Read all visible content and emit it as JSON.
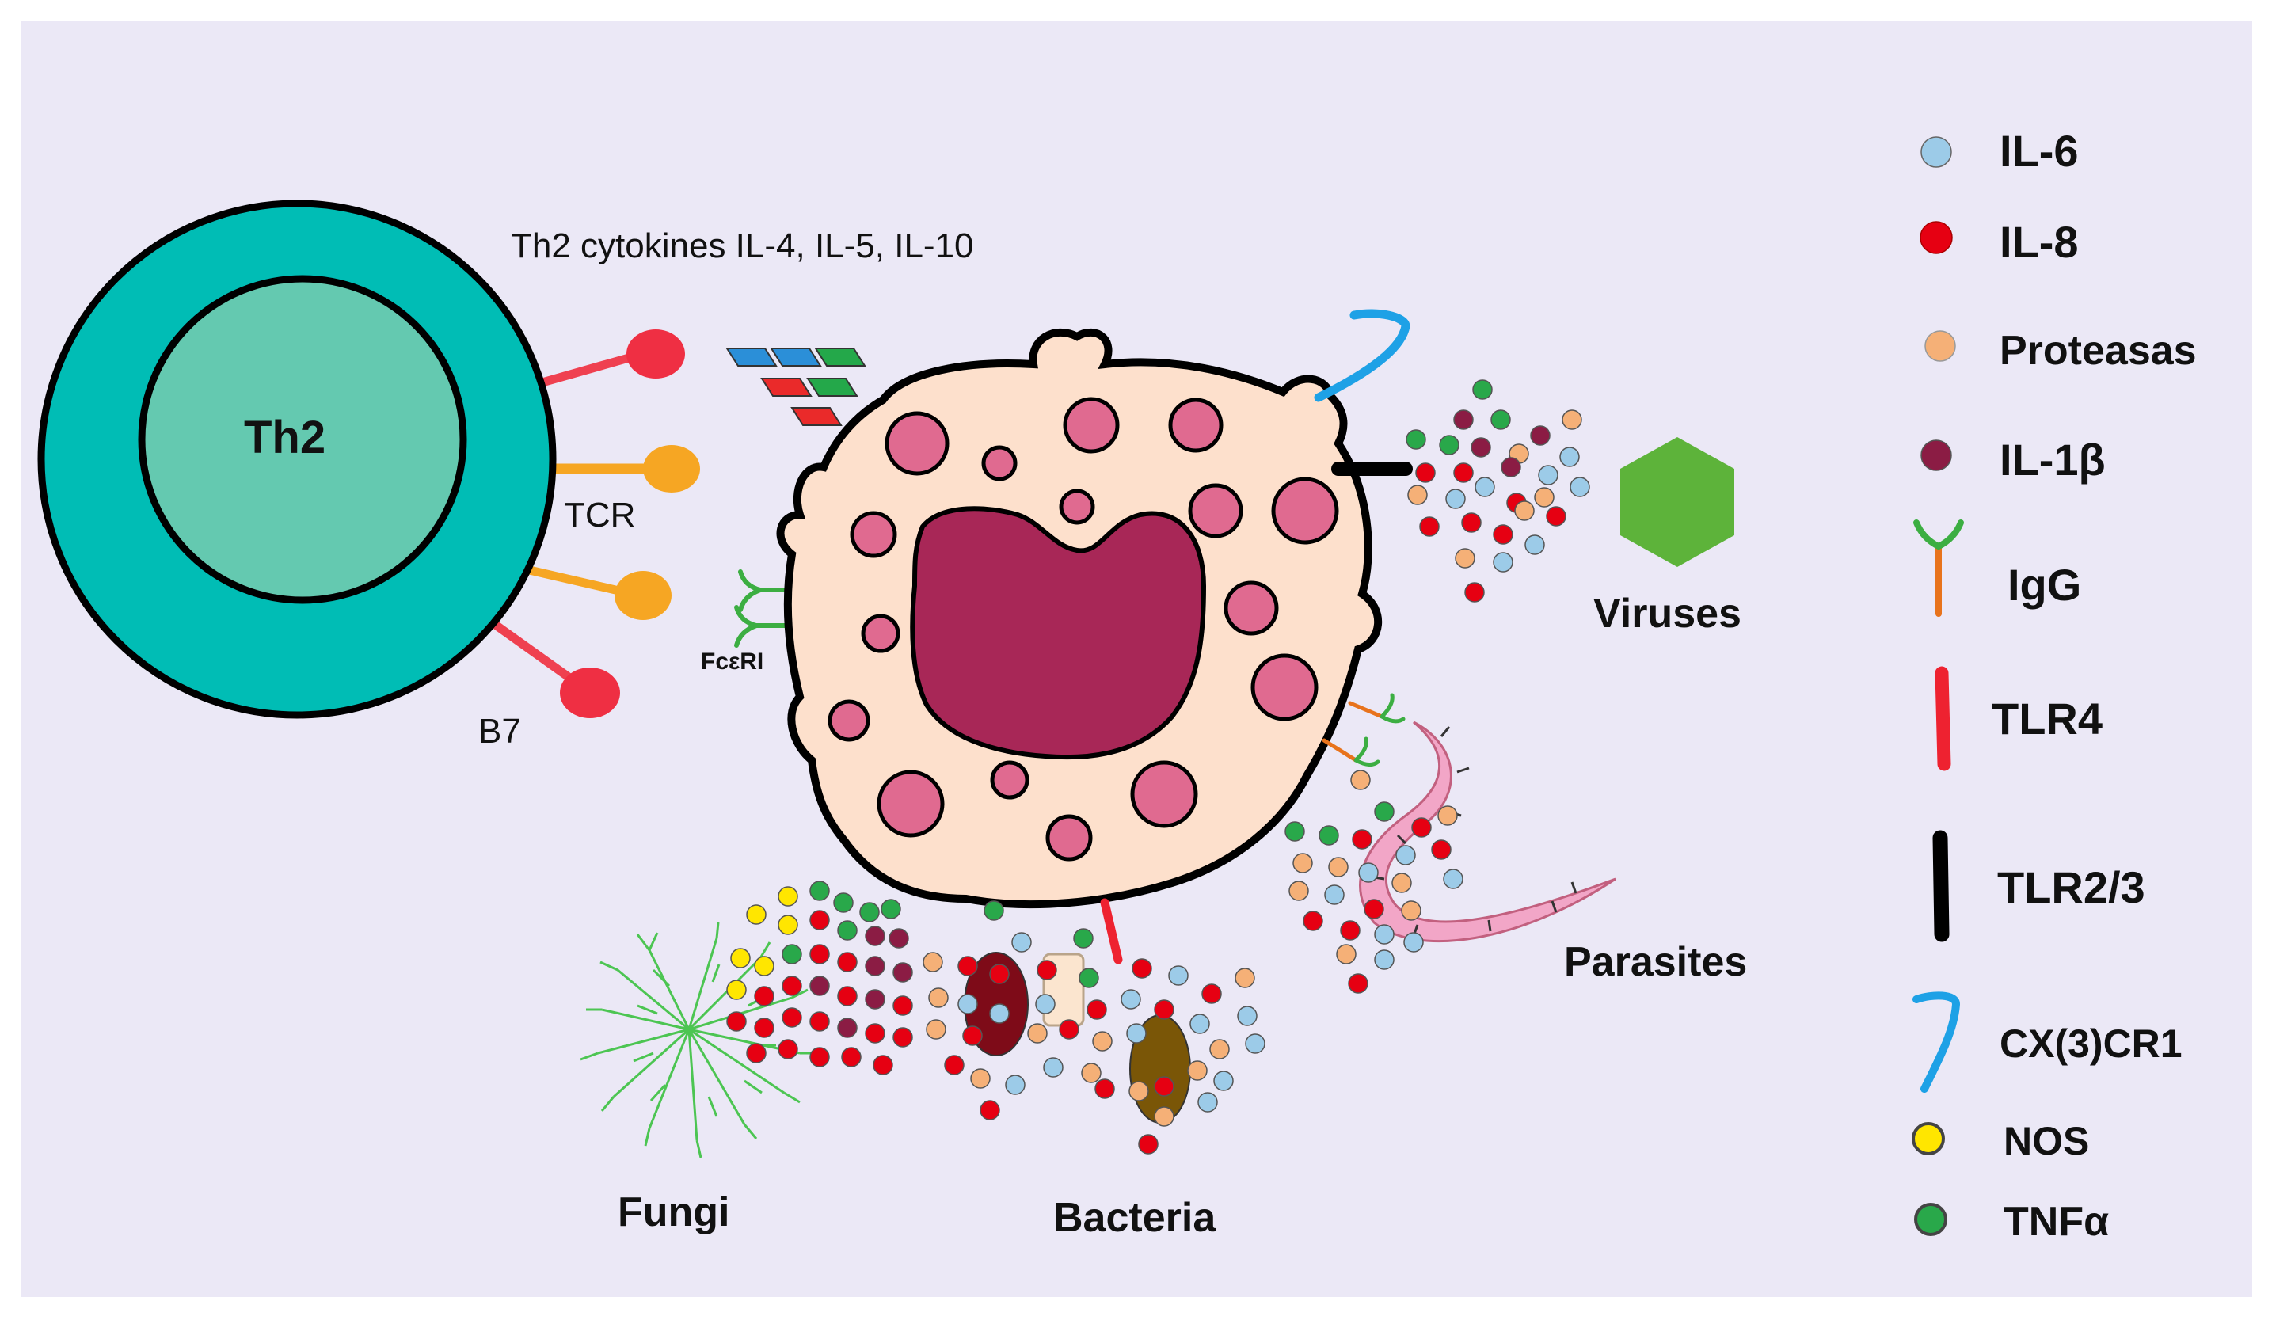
{
  "th2_cell": {
    "label": "Th2",
    "receptors": {
      "tcr": "TCR",
      "b7": "B7"
    }
  },
  "cytokine_label": "Th2 cytokines IL-4, IL-5, IL-10",
  "receptor_fceri": "FcεRI",
  "pathogens": {
    "viruses": "Viruses",
    "parasites": "Parasites",
    "bacteria": "Bacteria",
    "fungi": "Fungi"
  },
  "legend": [
    {
      "label": "IL-6",
      "icon": "light-blue-dot-icon",
      "color": "#9ccbe8"
    },
    {
      "label": "IL-8",
      "icon": "red-dot-icon",
      "color": "#e60012"
    },
    {
      "label": "Proteasas",
      "icon": "orange-dot-icon",
      "color": "#f5b077"
    },
    {
      "label": "IL-1β",
      "icon": "maroon-dot-icon",
      "color": "#8b1c44"
    },
    {
      "label": "IgG",
      "icon": "igg-receptor-icon",
      "color": "#e8731c"
    },
    {
      "label": "TLR4",
      "icon": "red-bar-icon",
      "color": "#ee2230"
    },
    {
      "label": "TLR2/3",
      "icon": "black-bar-icon",
      "color": "#000000"
    },
    {
      "label": "CX(3)CR1",
      "icon": "blue-hook-icon",
      "color": "#1ea1e6"
    },
    {
      "label": "NOS",
      "icon": "yellow-dot-icon",
      "color": "#ffe600"
    },
    {
      "label": "TNFα",
      "icon": "green-dot-icon",
      "color": "#29a84a"
    }
  ],
  "colors": {
    "background": "#ebe8f6",
    "th2_outer": "#00bdb5",
    "th2_inner": "#64c9b0",
    "cell_body": "#fde0cc",
    "nucleus": "#a82757",
    "granule": "#e06a90",
    "virus": "#5db33a",
    "parasite": "#f2a6c7"
  }
}
